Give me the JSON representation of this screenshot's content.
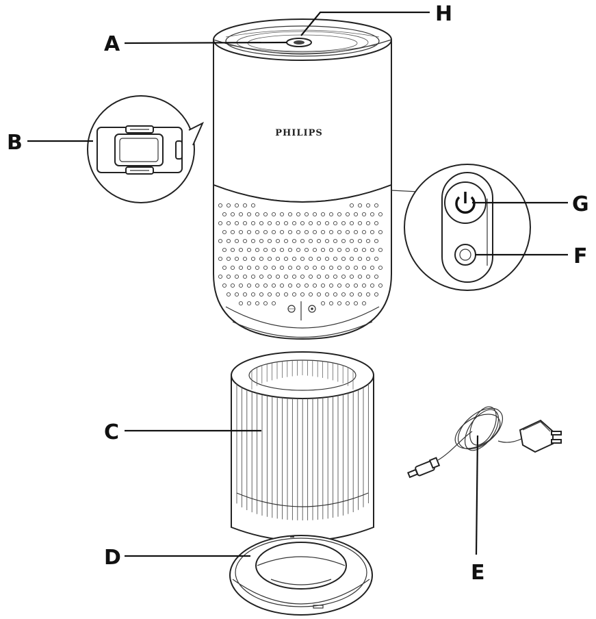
{
  "brand": "PHILIPS",
  "labels": {
    "A": "A",
    "B": "B",
    "C": "C",
    "D": "D",
    "E": "E",
    "F": "F",
    "G": "G",
    "H": "H"
  },
  "indicator_icons": [
    "filter-indicator-icon",
    "air-quality-indicator-icon"
  ],
  "button_icons": [
    "power-icon",
    "mode-button-icon"
  ]
}
